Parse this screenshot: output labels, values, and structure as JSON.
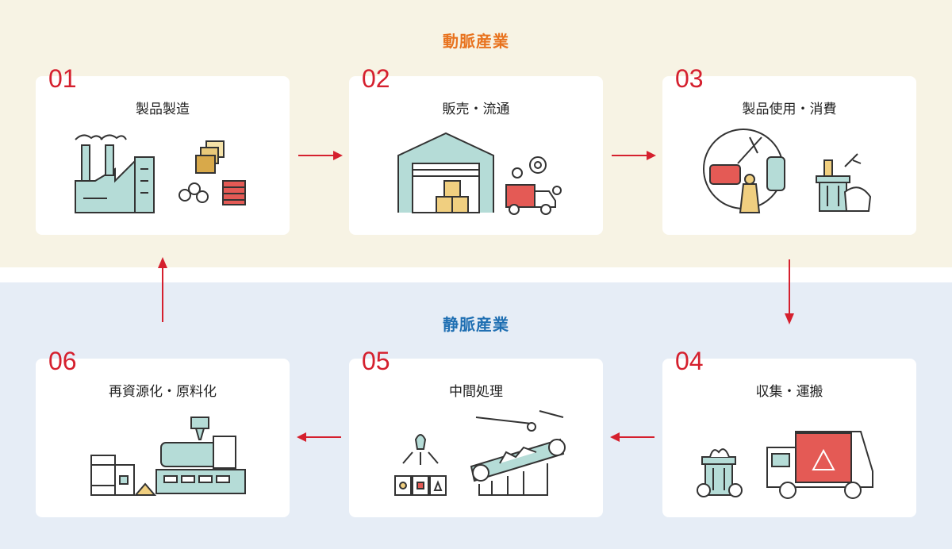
{
  "sections": {
    "arterial": "動脈産業",
    "venous": "静脈産業"
  },
  "steps": [
    {
      "num": "01",
      "label": "製品製造"
    },
    {
      "num": "02",
      "label": "販売・流通"
    },
    {
      "num": "03",
      "label": "製品使用・消費"
    },
    {
      "num": "04",
      "label": "収集・運搬"
    },
    {
      "num": "05",
      "label": "中間処理"
    },
    {
      "num": "06",
      "label": "再資源化・原料化"
    }
  ],
  "colors": {
    "arterial_bg": "#f7f3e4",
    "venous_bg": "#e6edf6",
    "arterial_title": "#e8731f",
    "venous_title": "#1f6fb2",
    "step_number": "#d5202e",
    "arrow": "#d5202e",
    "illustration_teal": "#b5dcd7",
    "illustration_outline": "#333333"
  },
  "icons": [
    "factory-icon",
    "materials-icon",
    "warehouse-icon",
    "delivery-truck-icon",
    "consumer-goods-icon",
    "garbage-bin-icon",
    "garbage-truck-icon",
    "sorting-bins-icon",
    "conveyor-icon",
    "barrels-icon",
    "extrusion-machine-icon"
  ]
}
